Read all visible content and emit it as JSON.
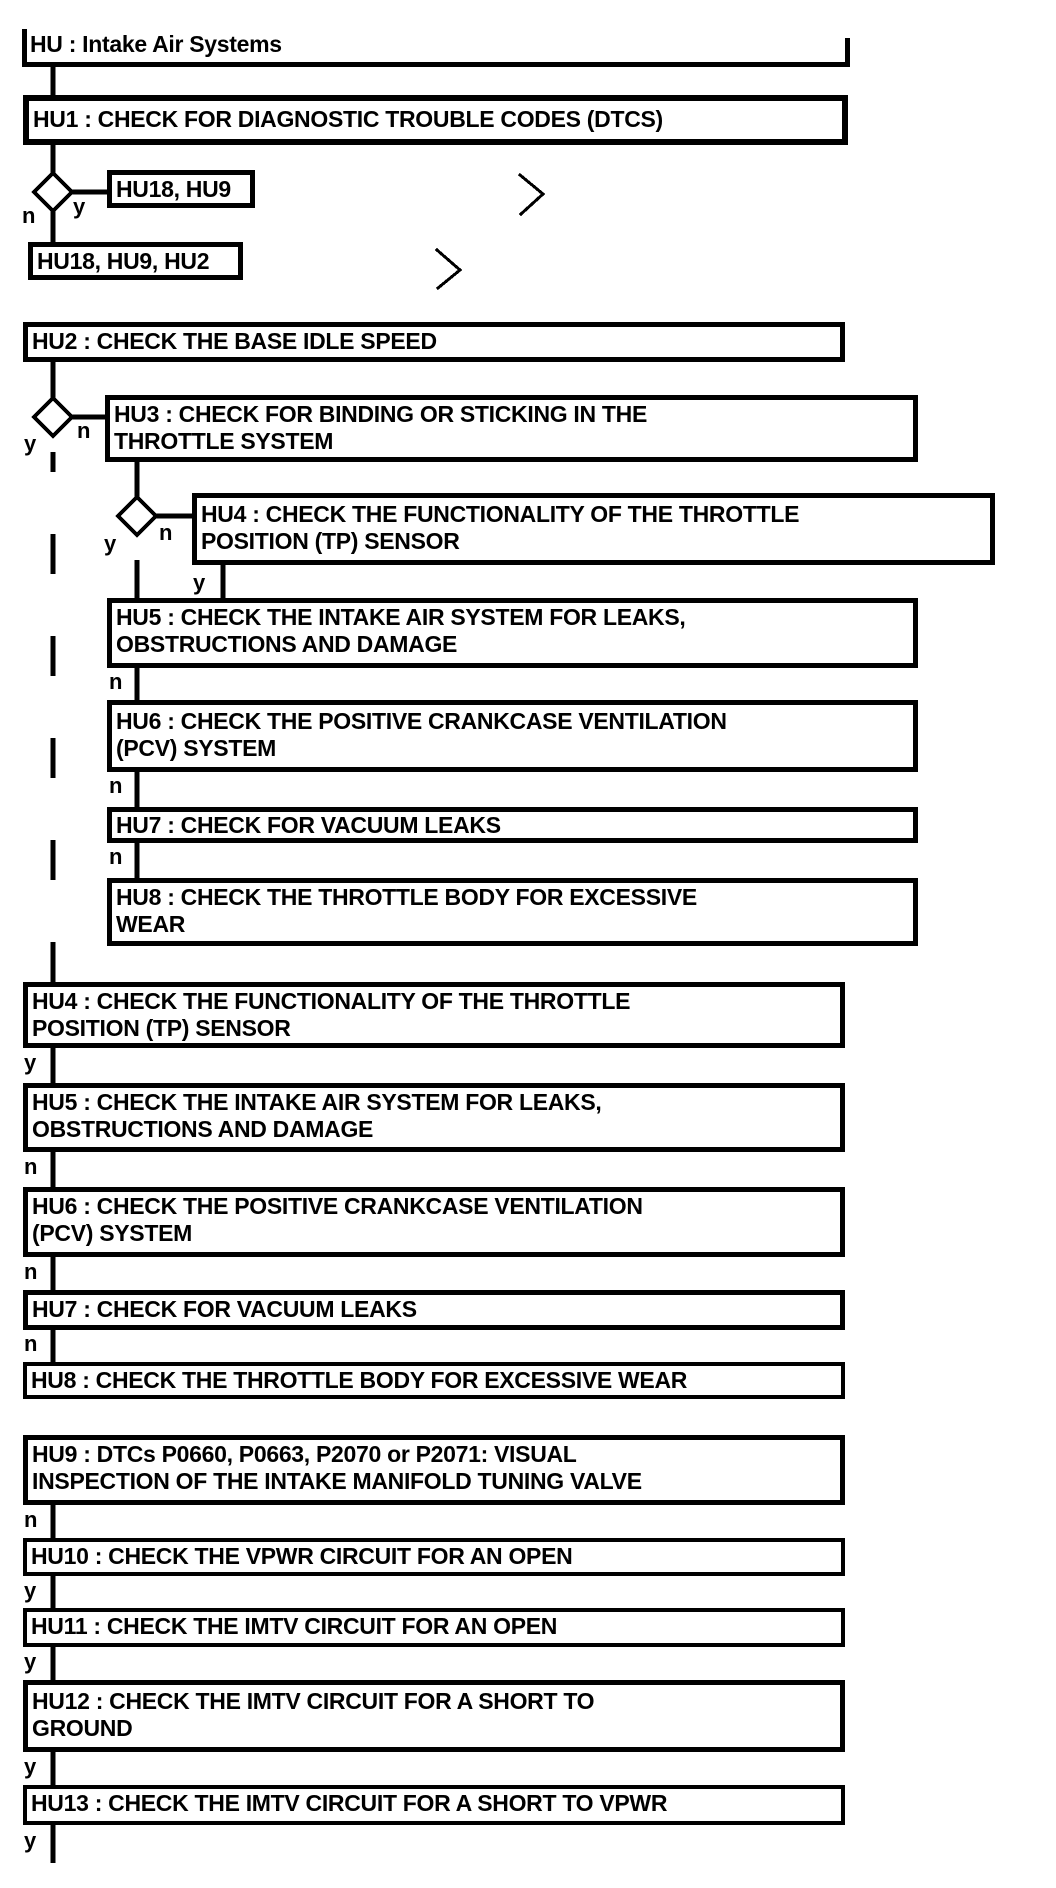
{
  "title": "HU : Intake Air Systems",
  "labels": {
    "yes": "y",
    "no": "n"
  },
  "colors": {
    "ink": "#000000",
    "background": "#ffffff"
  },
  "nodes": {
    "hu1": {
      "lines": [
        "HU1 : CHECK FOR DIAGNOSTIC TROUBLE CODES (DTCS)"
      ]
    },
    "ref_hu18_hu9": {
      "lines": [
        "HU18, HU9"
      ]
    },
    "ref_hu18_hu9_hu2": {
      "lines": [
        "HU18, HU9, HU2"
      ]
    },
    "hu2": {
      "lines": [
        "HU2 : CHECK THE BASE IDLE SPEED"
      ]
    },
    "hu3": {
      "lines": [
        "HU3 : CHECK FOR BINDING OR STICKING IN THE",
        "THROTTLE SYSTEM"
      ]
    },
    "hu4_nested": {
      "lines": [
        "HU4 : CHECK THE FUNCTIONALITY OF THE THROTTLE",
        "POSITION (TP) SENSOR"
      ]
    },
    "hu5_nested": {
      "lines": [
        "HU5 : CHECK THE INTAKE AIR SYSTEM FOR LEAKS,",
        "OBSTRUCTIONS AND DAMAGE"
      ]
    },
    "hu6_nested": {
      "lines": [
        "HU6 : CHECK THE POSITIVE CRANKCASE VENTILATION",
        "(PCV) SYSTEM"
      ]
    },
    "hu7_nested": {
      "lines": [
        "HU7 : CHECK FOR VACUUM LEAKS"
      ]
    },
    "hu8_nested": {
      "lines": [
        "HU8 : CHECK THE THROTTLE BODY FOR EXCESSIVE",
        "WEAR"
      ]
    },
    "hu4": {
      "lines": [
        "HU4 : CHECK THE FUNCTIONALITY OF THE THROTTLE",
        "POSITION (TP) SENSOR"
      ]
    },
    "hu5": {
      "lines": [
        "HU5 : CHECK THE INTAKE AIR SYSTEM FOR LEAKS,",
        "OBSTRUCTIONS AND DAMAGE"
      ]
    },
    "hu6": {
      "lines": [
        "HU6 : CHECK THE POSITIVE CRANKCASE VENTILATION",
        "(PCV) SYSTEM"
      ]
    },
    "hu7": {
      "lines": [
        "HU7 : CHECK FOR VACUUM LEAKS"
      ]
    },
    "hu8": {
      "lines": [
        "HU8 : CHECK THE THROTTLE BODY FOR EXCESSIVE WEAR"
      ]
    },
    "hu9": {
      "lines": [
        "HU9 : DTCs P0660, P0663, P2070 or P2071: VISUAL",
        "INSPECTION OF THE INTAKE MANIFOLD TUNING VALVE"
      ]
    },
    "hu10": {
      "lines": [
        "HU10 : CHECK THE VPWR CIRCUIT FOR AN OPEN"
      ]
    },
    "hu11": {
      "lines": [
        "HU11 : CHECK THE IMTV CIRCUIT FOR AN OPEN"
      ]
    },
    "hu12": {
      "lines": [
        "HU12 : CHECK THE IMTV CIRCUIT FOR A SHORT TO",
        "GROUND"
      ]
    },
    "hu13": {
      "lines": [
        "HU13 : CHECK THE IMTV CIRCUIT FOR A SHORT TO VPWR"
      ]
    }
  }
}
